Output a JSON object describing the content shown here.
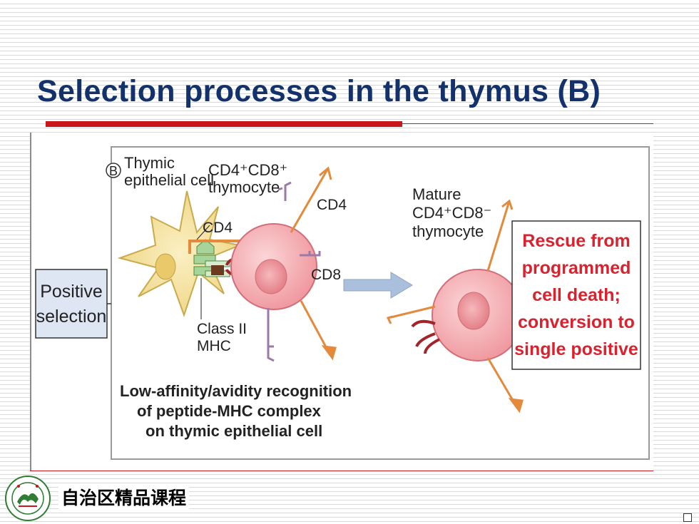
{
  "slide": {
    "title": "Selection processes in the thymus (B)",
    "footer": "自治区精品课程"
  },
  "figure": {
    "panel_label": "B",
    "thymic_label_1": "Thymic",
    "thymic_label_2": "epithelial cell",
    "dp_label_1": "CD4⁺CD8⁺",
    "dp_label_2": "thymocyte",
    "cd4_label_top": "CD4",
    "cd4_label_left": "CD4",
    "cd8_label": "CD8",
    "class2_label_1": "Class II",
    "class2_label_2": "MHC",
    "mature_label_1": "Mature",
    "mature_label_2": "CD4⁺CD8⁻",
    "mature_label_3": "thymocyte",
    "positive_1": "Positive",
    "positive_2": "selection",
    "recog_1": "Low-affinity/avidity recognition",
    "recog_2": "of peptide-MHC complex",
    "recog_3": "on thymic epithelial cell",
    "rescue_1": "Rescue from",
    "rescue_2": "programmed",
    "rescue_3": "cell death;",
    "rescue_4": "conversion to",
    "rescue_5": "single positive"
  },
  "colors": {
    "title": "#13326b",
    "accent_red": "#c8161d",
    "rescue_text": "#d8232f",
    "cell_pink": "#f2a6ab",
    "epithelial": "#f1dc94",
    "cd4_orange": "#e48a3c",
    "cd8_purple": "#9c7aa8",
    "arrow_blue": "#a9bfdc"
  }
}
